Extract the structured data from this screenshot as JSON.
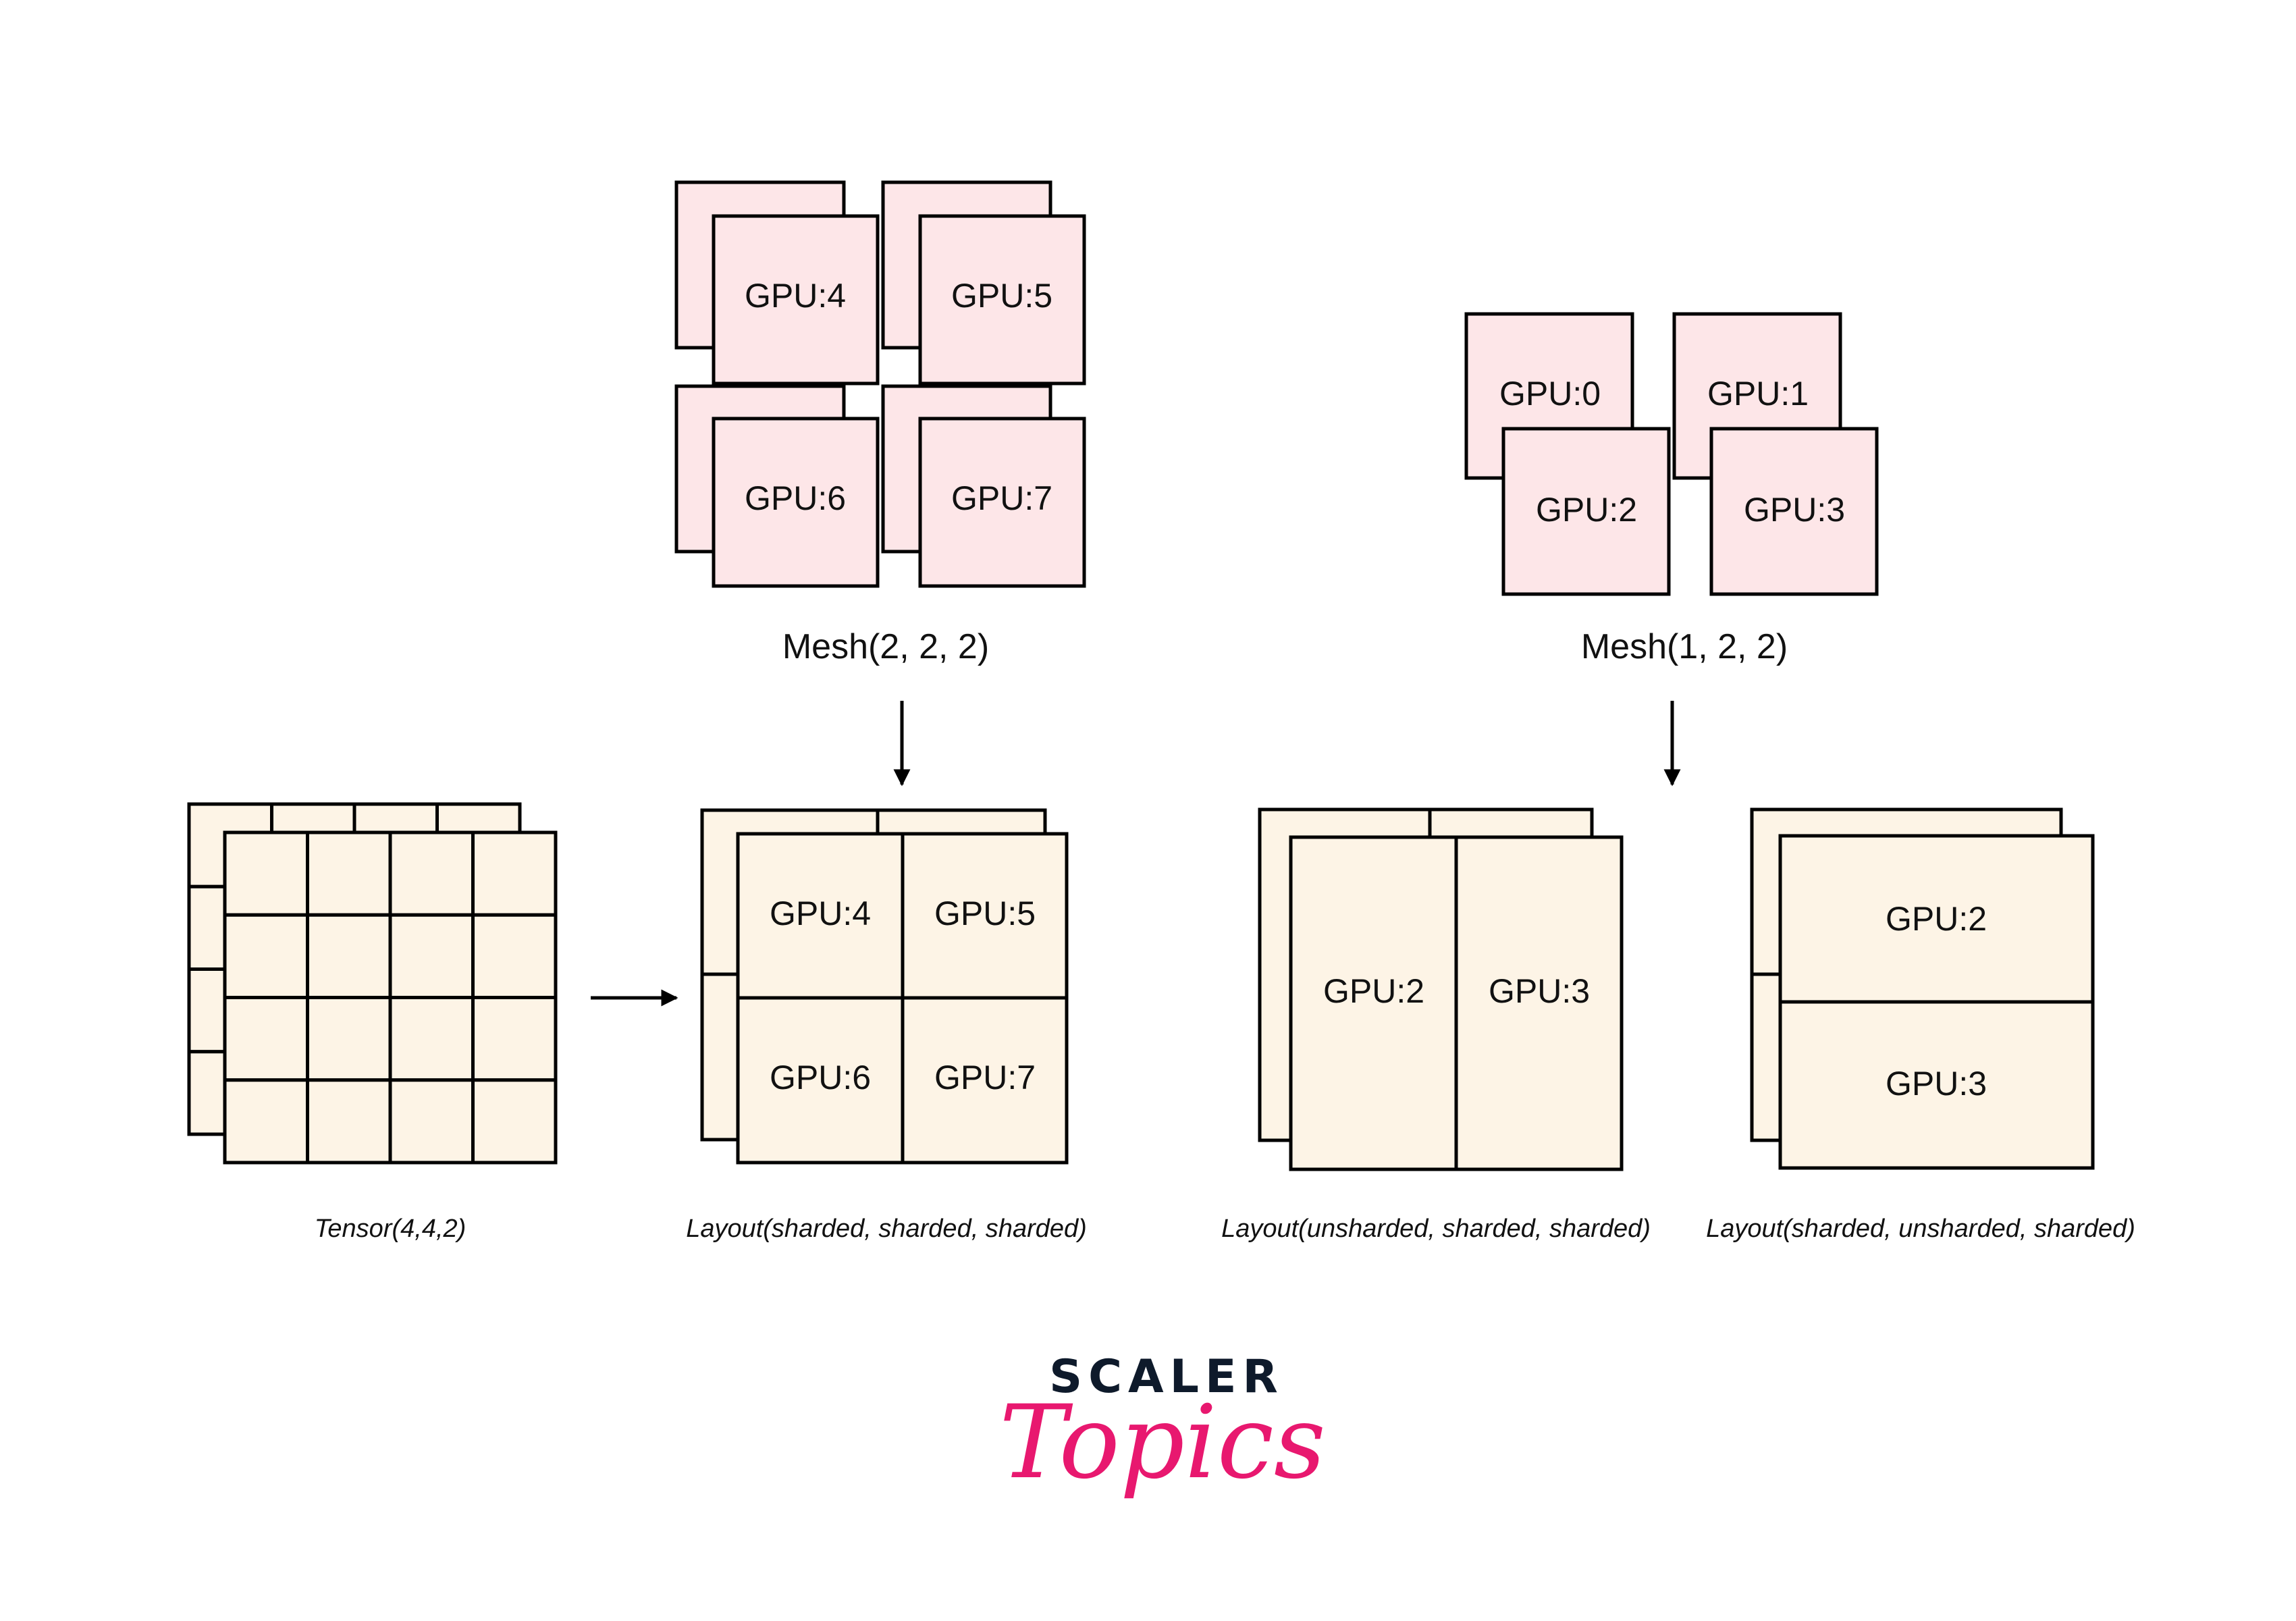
{
  "meshes": [
    {
      "label": "Mesh(2, 2, 2)",
      "devices": [
        "GPU:4",
        "GPU:5",
        "GPU:6",
        "GPU:7"
      ]
    },
    {
      "label": "Mesh(1, 2, 2)",
      "devices": [
        "GPU:0",
        "GPU:1",
        "GPU:2",
        "GPU:3"
      ]
    }
  ],
  "tensor": {
    "caption": "Tensor(4,4,2)",
    "rows": 4,
    "cols": 4,
    "depth": 2
  },
  "layouts": [
    {
      "caption": "Layout(sharded, sharded, sharded)",
      "cells": [
        "GPU:4",
        "GPU:5",
        "GPU:6",
        "GPU:7"
      ]
    },
    {
      "caption": "Layout(unsharded, sharded, sharded)",
      "cells": [
        "GPU:2",
        "GPU:3"
      ]
    },
    {
      "caption": "Layout(sharded, unsharded, sharded)",
      "cells": [
        "GPU:2",
        "GPU:3"
      ]
    }
  ],
  "logo": {
    "brand": "SCALER",
    "sub": "Topics"
  },
  "colors": {
    "gpu_fill": "#fde6e8",
    "shard_fill": "#fdf4e6",
    "brand_dark": "#0e1a2b",
    "brand_pink": "#e8186f"
  }
}
